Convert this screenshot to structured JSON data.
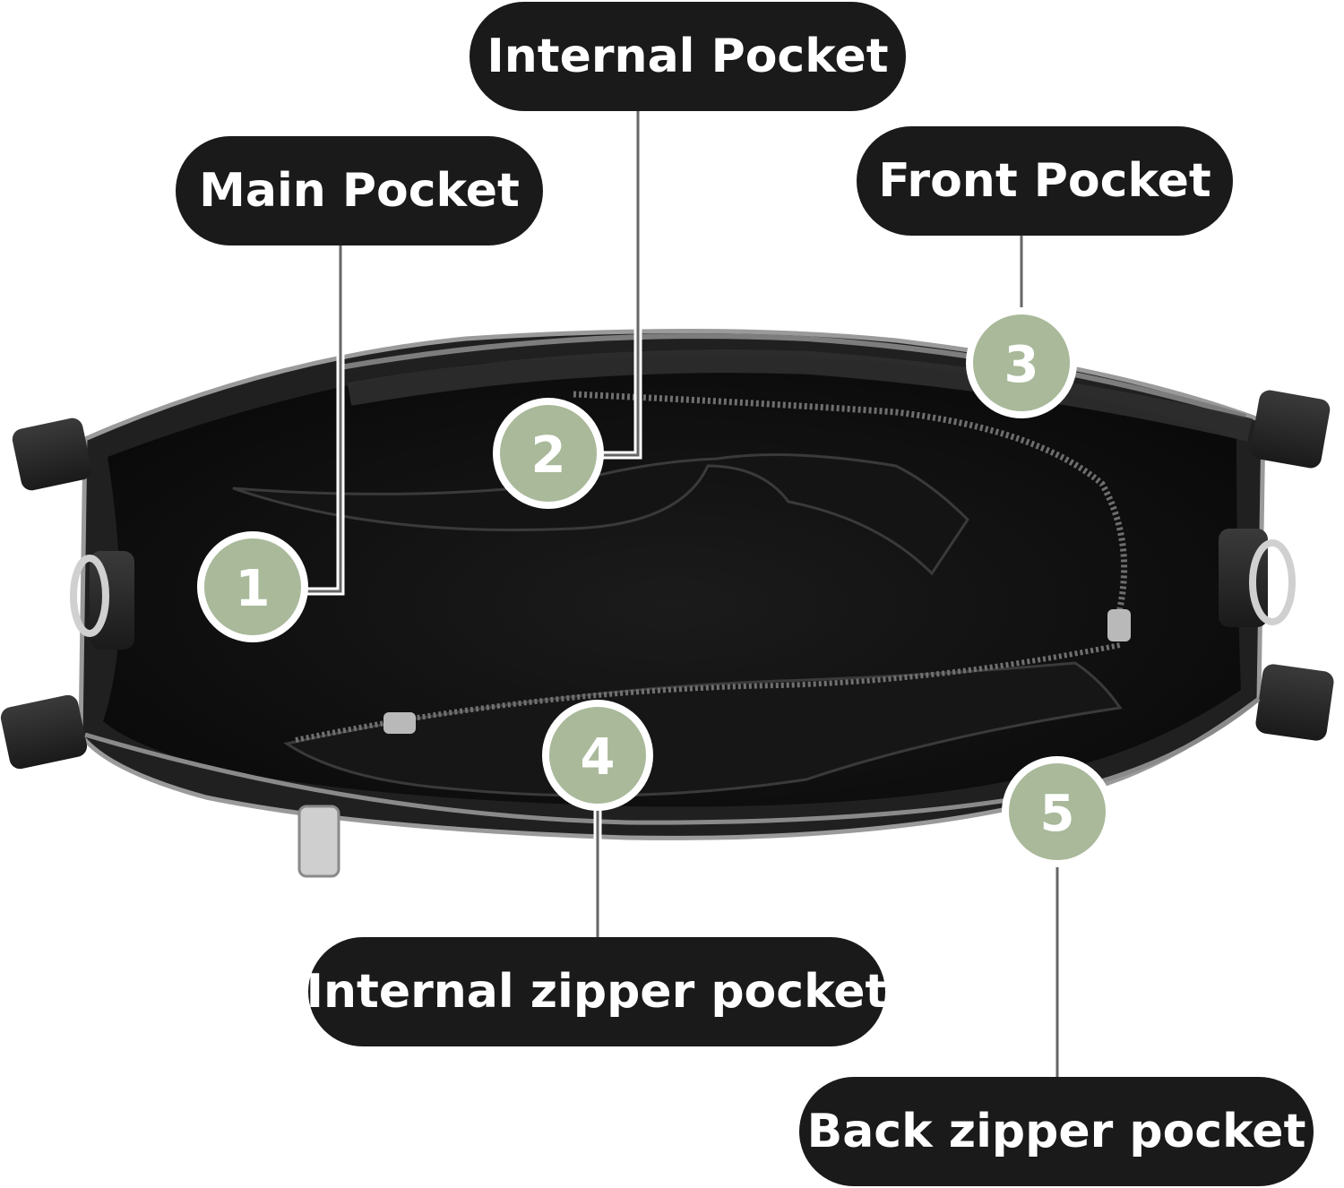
{
  "colors": {
    "background": "#ffffff",
    "label_pill": "#1a1a1a",
    "label_text": "#ffffff",
    "badge_fill": "#a9b99a",
    "badge_ring": "#ffffff",
    "leader_line": "#ffffff",
    "bag_leather": "#1c1c1c",
    "bag_trim": "#8f8f8f"
  },
  "labels": {
    "main_pocket": "Main Pocket",
    "internal_pocket": "Internal Pocket",
    "front_pocket": "Front Pocket",
    "internal_zipper_pocket": "Internal zipper pocket",
    "back_zipper_pocket": "Back zipper pocket"
  },
  "badges": {
    "b1": "1",
    "b2": "2",
    "b3": "3",
    "b4": "4",
    "b5": "5"
  }
}
